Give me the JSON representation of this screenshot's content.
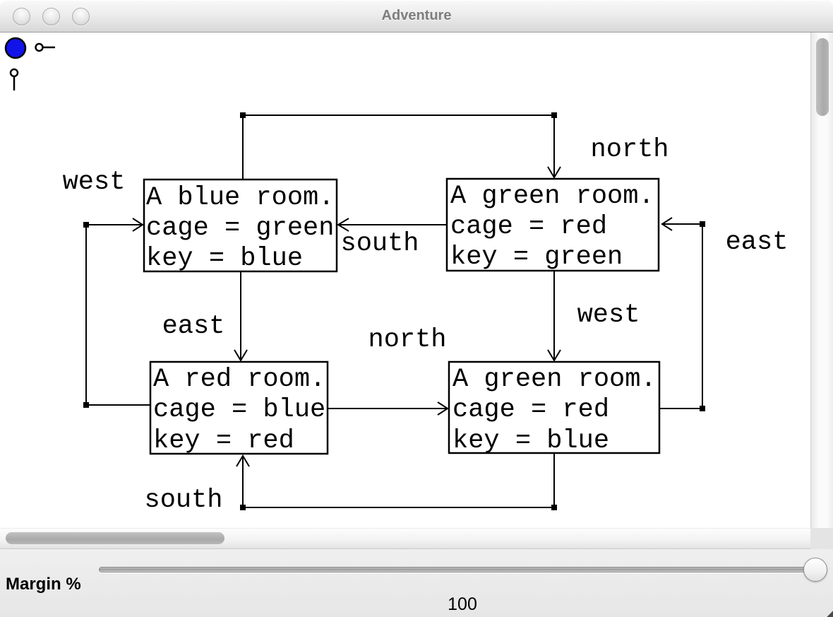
{
  "window": {
    "title": "Adventure"
  },
  "canvas_objects": {
    "ball_color": "#1113e8",
    "items": [
      "blue-ball",
      "horizontal-key",
      "vertical-key"
    ]
  },
  "diagram": {
    "rooms": [
      {
        "id": "blue-room",
        "lines": [
          "A blue room.",
          "cage = green",
          "key = blue"
        ]
      },
      {
        "id": "green-room-ne",
        "lines": [
          "A green room.",
          "cage = red",
          "key = green"
        ]
      },
      {
        "id": "red-room",
        "lines": [
          "A red room.",
          "cage = blue",
          "key = red"
        ]
      },
      {
        "id": "green-room-se",
        "lines": [
          "A green room.",
          "cage = red",
          "key = blue"
        ]
      }
    ],
    "edges": [
      {
        "id": "blue-to-green-top",
        "label": "north"
      },
      {
        "id": "green-to-blue-mid",
        "label": "south"
      },
      {
        "id": "red-to-blue-left-loop",
        "label": "west"
      },
      {
        "id": "green-to-green-right-loop",
        "label": "east"
      },
      {
        "id": "blue-to-red-vertical",
        "label": "east"
      },
      {
        "id": "green-to-green-vertical",
        "label": "west"
      },
      {
        "id": "red-to-green-mid",
        "label": "north"
      },
      {
        "id": "green-to-red-bottom-loop",
        "label": "south"
      }
    ]
  },
  "footer": {
    "label": "Margin %",
    "value": "100"
  }
}
